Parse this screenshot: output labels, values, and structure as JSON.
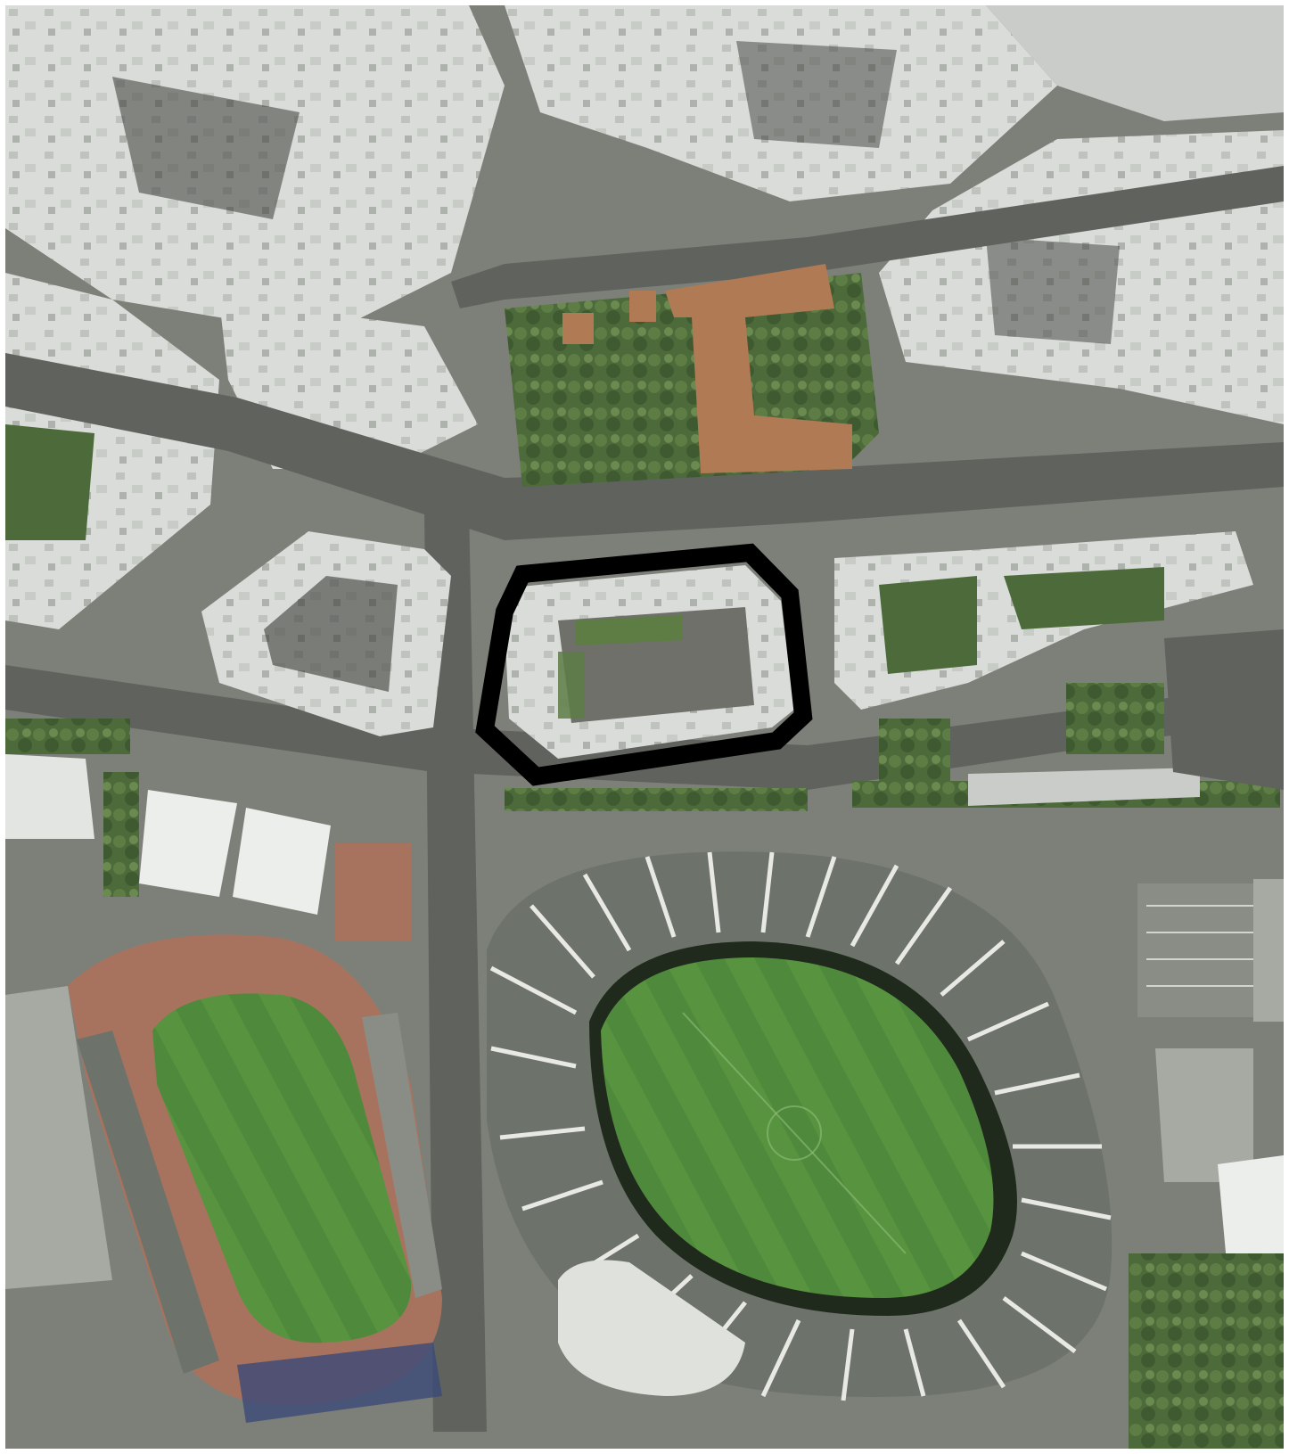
{
  "map": {
    "type": "aerial-photograph",
    "labels_visible": false,
    "colors": {
      "urban_ground": "#7d8079",
      "building_roof": "#d9dcd8",
      "roof_shadow": "#3a3c38",
      "tile_roof": "#b07a55",
      "tree_canopy": "#4d6a3a",
      "grass_pitch": "#4f8a3c",
      "running_track": "#a8735e",
      "stadium_stand": "#6d726b",
      "stadium_roof_rib": "#e8e9e4",
      "road": "#5f625d",
      "highlight_outline": "#000000"
    },
    "features": [
      {
        "kind": "dense-residential-blocks",
        "area": "north"
      },
      {
        "kind": "park-with-trees",
        "area": "center-north"
      },
      {
        "kind": "tile-roofed-building",
        "area": "center-north"
      },
      {
        "kind": "highlighted-courtyard-building",
        "area": "center"
      },
      {
        "kind": "boulevard",
        "area": "center"
      },
      {
        "kind": "tennis-bubbles",
        "area": "west"
      },
      {
        "kind": "athletics-stadium",
        "area": "south-west"
      },
      {
        "kind": "football-stadium",
        "area": "south-center"
      },
      {
        "kind": "parking-lot",
        "area": "east"
      }
    ],
    "highlight": {
      "shape": "octagon",
      "color": "#000000",
      "subject": "courtyard-building"
    }
  }
}
